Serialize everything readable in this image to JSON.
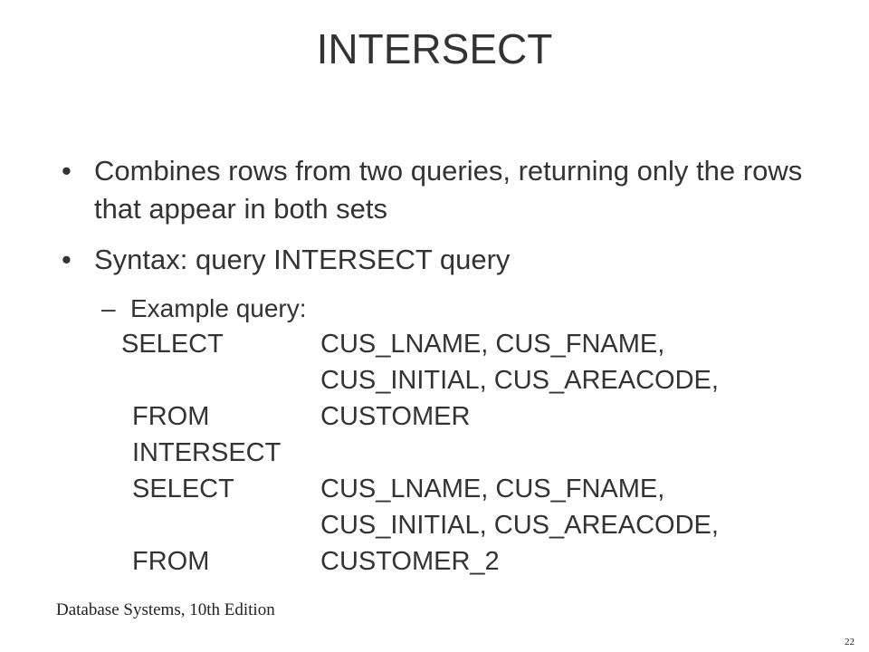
{
  "slide": {
    "title": "INTERSECT",
    "bullets": [
      {
        "mark": "•",
        "text": "Combines rows from two queries, returning only the rows that appear in both sets"
      },
      {
        "mark": "•",
        "text": "Syntax: query INTERSECT query"
      }
    ],
    "sub_bullet": {
      "mark": "–",
      "text": "Example query:"
    },
    "code": [
      {
        "keyword": "SELECT",
        "arg": "CUS_LNAME, CUS_FNAME,"
      },
      {
        "keyword": "",
        "arg": "CUS_INITIAL, CUS_AREACODE,"
      },
      {
        "keyword": "FROM",
        "arg": "CUSTOMER"
      },
      {
        "keyword": "INTERSECT",
        "arg": ""
      },
      {
        "keyword": "SELECT",
        "arg": "CUS_LNAME, CUS_FNAME,"
      },
      {
        "keyword": "",
        "arg": "CUS_INITIAL, CUS_AREACODE,"
      },
      {
        "keyword": "FROM",
        "arg": "CUSTOMER_2"
      }
    ],
    "footer": "Database Systems, 10th Edition",
    "page_number": "22"
  }
}
